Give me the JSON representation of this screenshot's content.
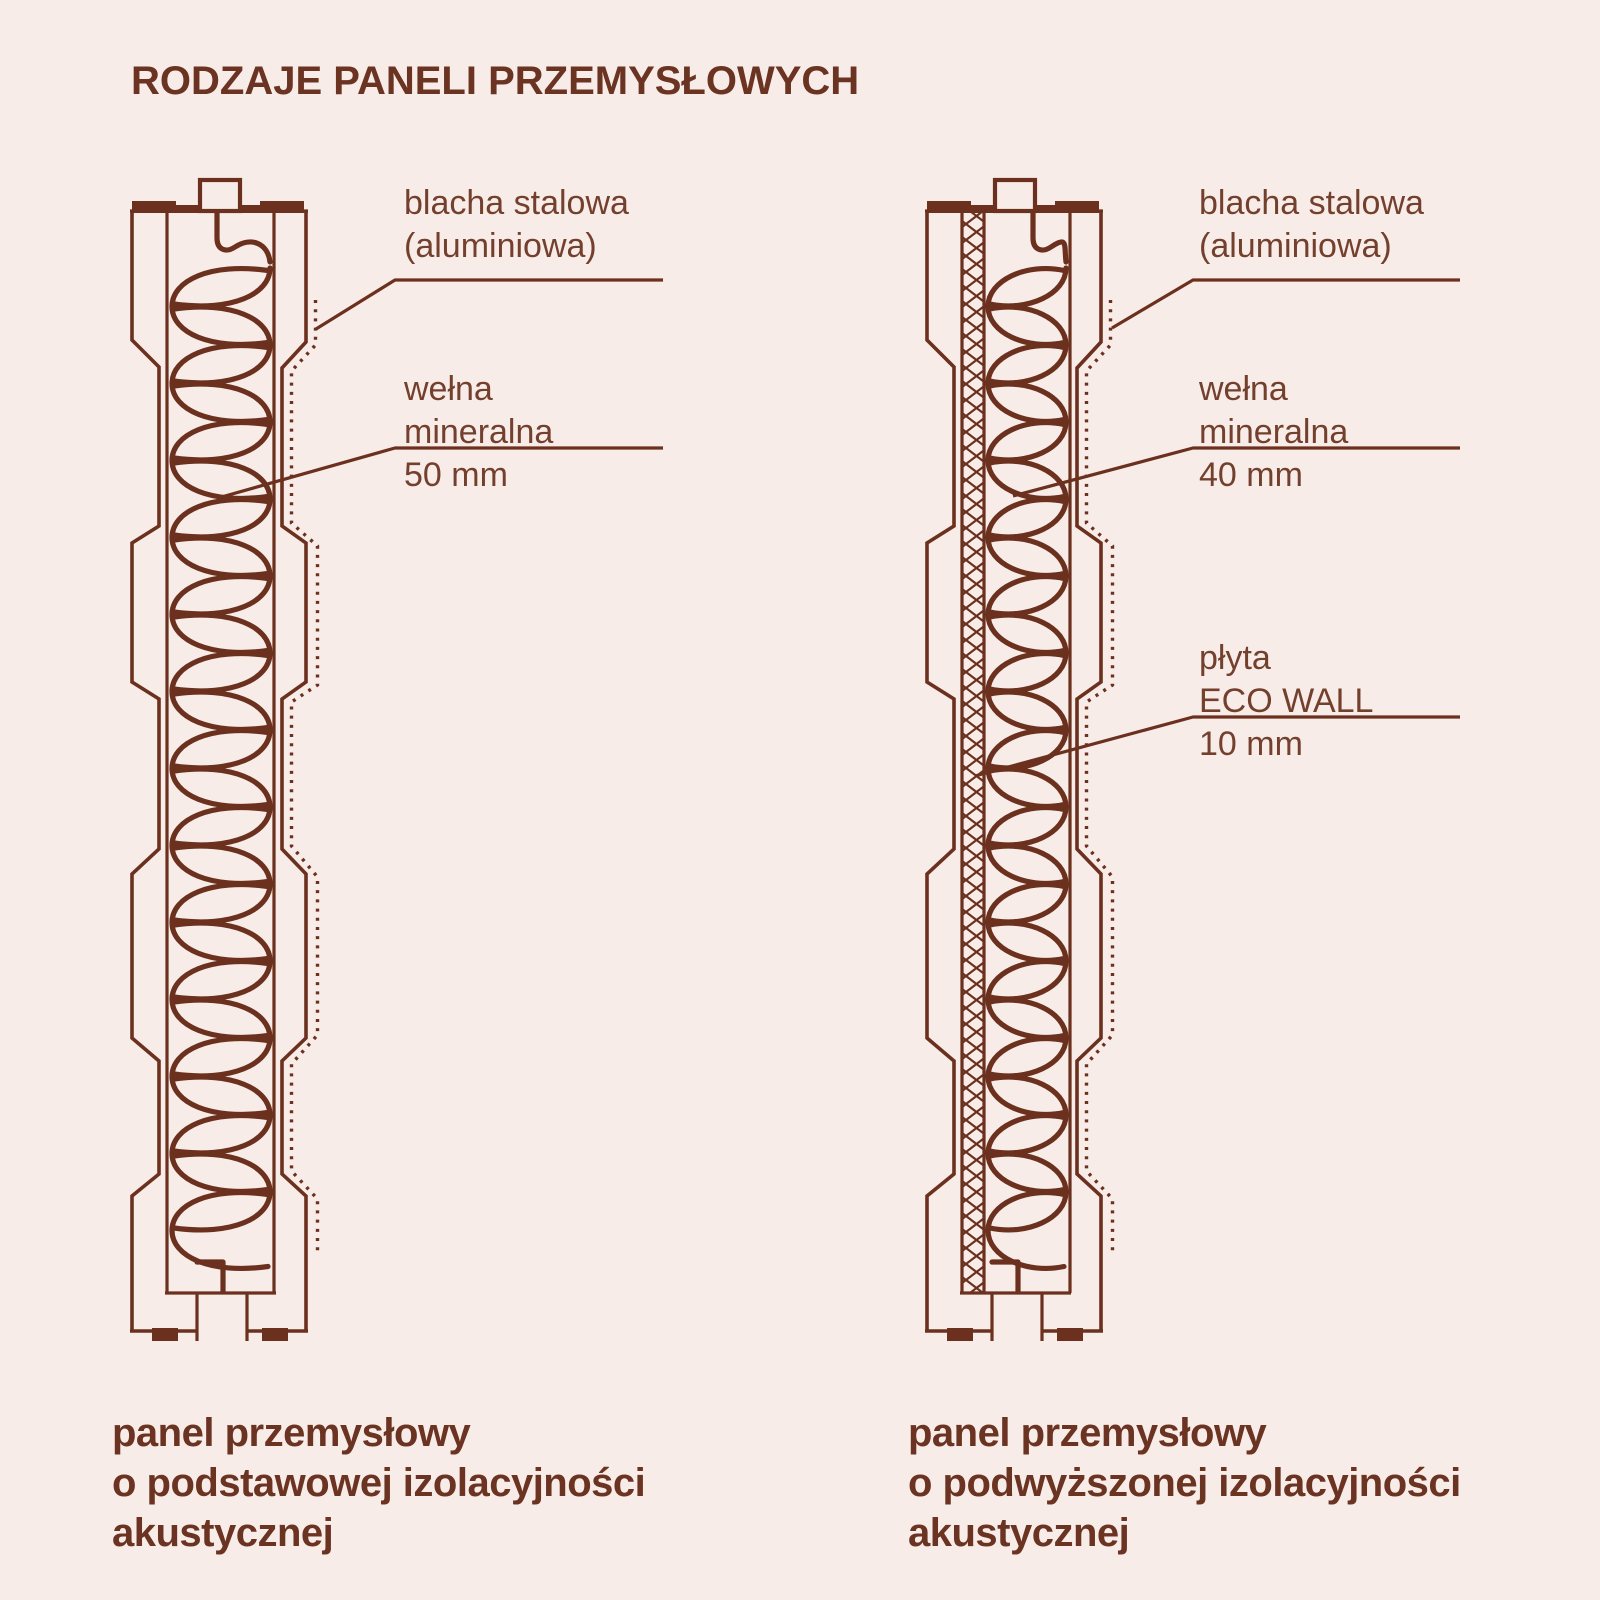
{
  "title": "RODZAJE PANELI PRZEMYSŁOWYCH",
  "colors": {
    "background": "#f8ece8",
    "ink": "#6b311e",
    "label_text": "#74402e",
    "heading_text": "#6b3322"
  },
  "diagram_left": {
    "label_sheet": [
      "blacha stalowa",
      "(aluminiowa)"
    ],
    "label_wool": [
      "wełna",
      "mineralna",
      "50 mm"
    ],
    "caption": [
      "panel przemysłowy",
      "o podstawowej izolacyjności",
      "akustycznej"
    ]
  },
  "diagram_right": {
    "label_sheet": [
      "blacha stalowa",
      "(aluminiowa)"
    ],
    "label_wool": [
      "wełna",
      "mineralna",
      "40 mm"
    ],
    "label_board": [
      "płyta",
      "ECO WALL",
      "10 mm"
    ],
    "caption": [
      "panel przemysłowy",
      "o podwyższonej izolacyjności",
      "akustycznej"
    ]
  }
}
